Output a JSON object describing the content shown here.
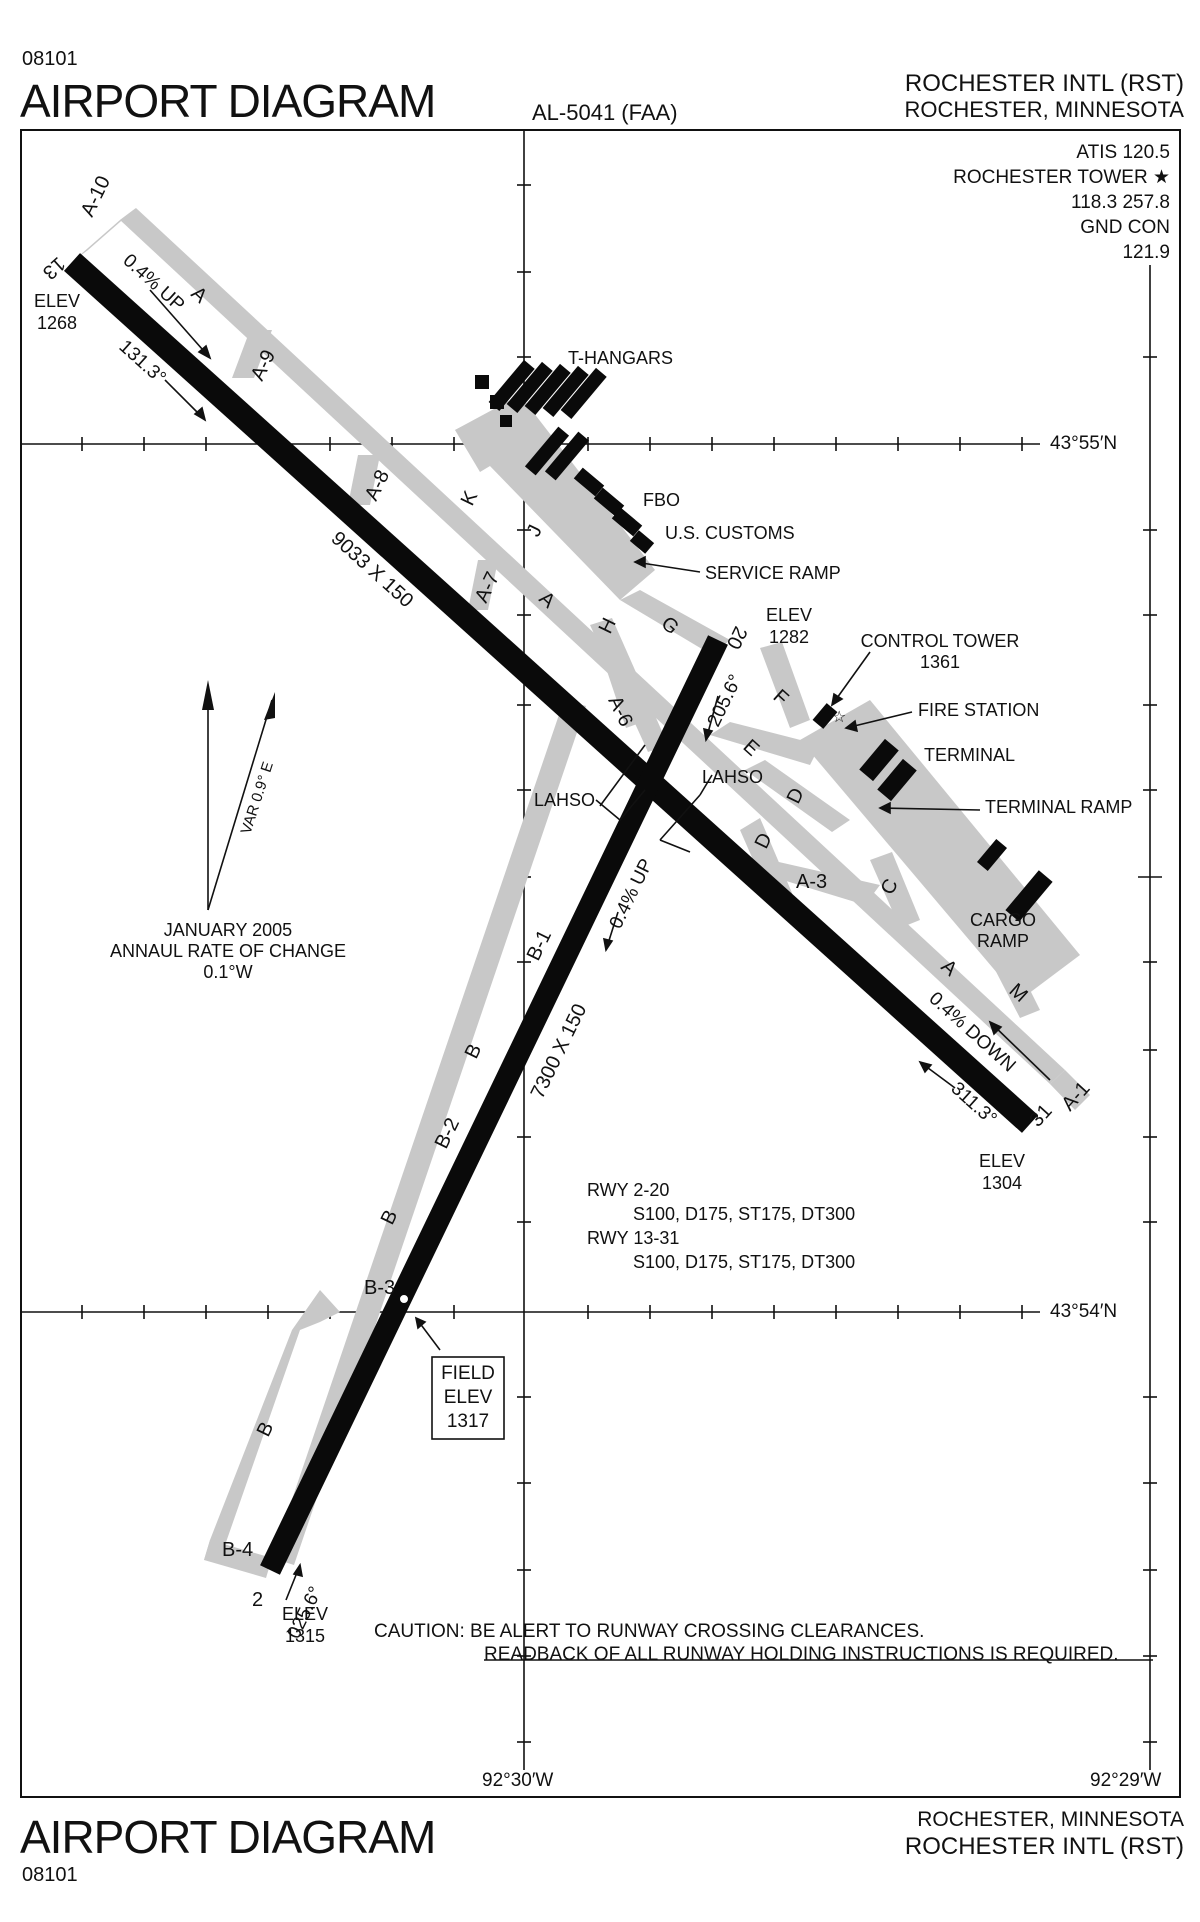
{
  "header": {
    "cycle": "08101",
    "title": "AIRPORT DIAGRAM",
    "procedure_id": "AL-5041 (FAA)",
    "airport_name": "ROCHESTER INTL (RST)",
    "airport_city": "ROCHESTER, MINNESOTA"
  },
  "footer": {
    "title": "AIRPORT DIAGRAM",
    "cycle": "08101",
    "airport_city": "ROCHESTER, MINNESOTA",
    "airport_name": "ROCHESTER INTL (RST)"
  },
  "comms": {
    "atis": "ATIS 120.5",
    "tower": "ROCHESTER TOWER ★",
    "tower_freq": "118.3 257.8",
    "gnd": "GND CON",
    "gnd_freq": "121.9"
  },
  "coordinates": {
    "lat_north": "43°55′N",
    "lat_south": "43°54′N",
    "lon_west": "92°30′W",
    "lon_east": "92°29′W"
  },
  "runways": {
    "rwy13_31": {
      "end_13": "13",
      "end_31": "31",
      "dimensions": "9033 X 150",
      "elev_13_label": "ELEV",
      "elev_13": "1268",
      "elev_31_label": "ELEV",
      "elev_31": "1304",
      "heading_13": "131.3°",
      "heading_31": "311.3°",
      "grade_13": "0.4% UP",
      "grade_31": "0.4% DOWN"
    },
    "rwy2_20": {
      "end_2": "2",
      "end_20": "20",
      "dimensions": "7300 X 150",
      "elev_2_label": "ELEV",
      "elev_2": "1315",
      "elev_20_label": "ELEV",
      "elev_20": "1282",
      "heading_2": "025.6°",
      "heading_20": "205.6°",
      "grade_2": "0.4% UP"
    }
  },
  "taxiways": {
    "a10": "A-10",
    "a_nw": "A",
    "a9": "A-9",
    "a8": "A-8",
    "k": "K",
    "j": "J",
    "a7": "A-7",
    "a_mid": "A",
    "h": "H",
    "g": "G",
    "f": "F",
    "e": "E",
    "a6": "A-6",
    "d1": "D",
    "d2": "D",
    "a3": "A-3",
    "c": "C",
    "a_se": "A",
    "m": "M",
    "a1": "A-1",
    "b1": "B-1",
    "b_a": "B",
    "b2": "B-2",
    "b_b": "B",
    "b3": "B-3",
    "b_c": "B",
    "b4": "B-4"
  },
  "facilities": {
    "t_hangars": "T-HANGARS",
    "fbo": "FBO",
    "customs": "U.S. CUSTOMS",
    "service_ramp": "SERVICE RAMP",
    "control_tower": "CONTROL TOWER",
    "control_tower_elev": "1361",
    "fire_station": "FIRE STATION",
    "terminal": "TERMINAL",
    "terminal_ramp": "TERMINAL RAMP",
    "cargo_1": "CARGO",
    "cargo_2": "RAMP"
  },
  "lahso": {
    "left": "LAHSO",
    "right": "LAHSO"
  },
  "magvar": {
    "var": "VAR 0.9° E",
    "date": "JANUARY 2005",
    "rate_label": "ANNAUL RATE OF CHANGE",
    "rate": "0.1°W"
  },
  "strength": {
    "rwy1": "RWY 2-20",
    "rwy1_values": "S100, D175, ST175, DT300",
    "rwy2": "RWY 13-31",
    "rwy2_values": "S100, D175, ST175, DT300"
  },
  "field_elev": {
    "line1": "FIELD",
    "line2": "ELEV",
    "value": "1317"
  },
  "caution": {
    "line1": "CAUTION: BE ALERT TO RUNWAY CROSSING CLEARANCES.",
    "line2": "READBACK OF ALL RUNWAY HOLDING INSTRUCTIONS IS REQUIRED."
  },
  "colors": {
    "taxiway": "#c8c8c8",
    "runway": "#0a0a0a",
    "ink": "#111111"
  }
}
